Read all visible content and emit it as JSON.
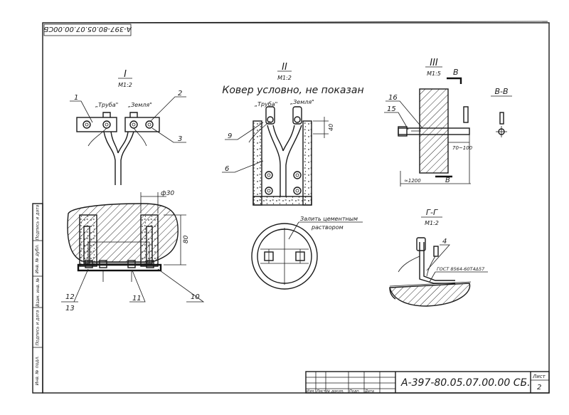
{
  "top_stamp": "А-397-80.05.07.00.00СБ",
  "views": {
    "view1": {
      "title": "I",
      "scale": "М1:2",
      "label_pipe": "„Труба\"",
      "label_ground": "„Земля\""
    },
    "view2": {
      "title": "II",
      "scale": "М1:2",
      "note": "Ковер условно, не показан",
      "label_pipe": "„Труба\"",
      "label_ground": "„Земля\"",
      "dim": "40"
    },
    "view3": {
      "title": "III",
      "scale": "М1:5",
      "section_mark": "В",
      "dim_range": "70~100",
      "dim_length": "≈1200",
      "dim_mark": "В"
    },
    "view_bb": {
      "title": "В-В"
    },
    "view_gg": {
      "title": "Г-Г",
      "scale": "М1:2",
      "standard": "ГОСТ 8564-60Т4Δ57"
    },
    "section_main": {
      "dim_dia": "ф30",
      "dim_height": "80"
    },
    "circle_view": {
      "note_line1": "Залить цементным",
      "note_line2": "раствором"
    }
  },
  "callouts": [
    "1",
    "2",
    "3",
    "4",
    "6",
    "9",
    "10",
    "11",
    "12",
    "13",
    "15",
    "16"
  ],
  "title_block": {
    "designation": "А-397-80.05.07.00.00 СБ.",
    "headers": [
      "Изм.",
      "Лист",
      "№ докум.",
      "Подп.",
      "Дата"
    ],
    "sheet_label": "Лист",
    "sheet_number": "2"
  },
  "side_stamp": [
    "Подпись и дата",
    "Инв. № дубл.",
    "Взам. инв. №",
    "Подпись и дата",
    "Инв. № подл."
  ]
}
